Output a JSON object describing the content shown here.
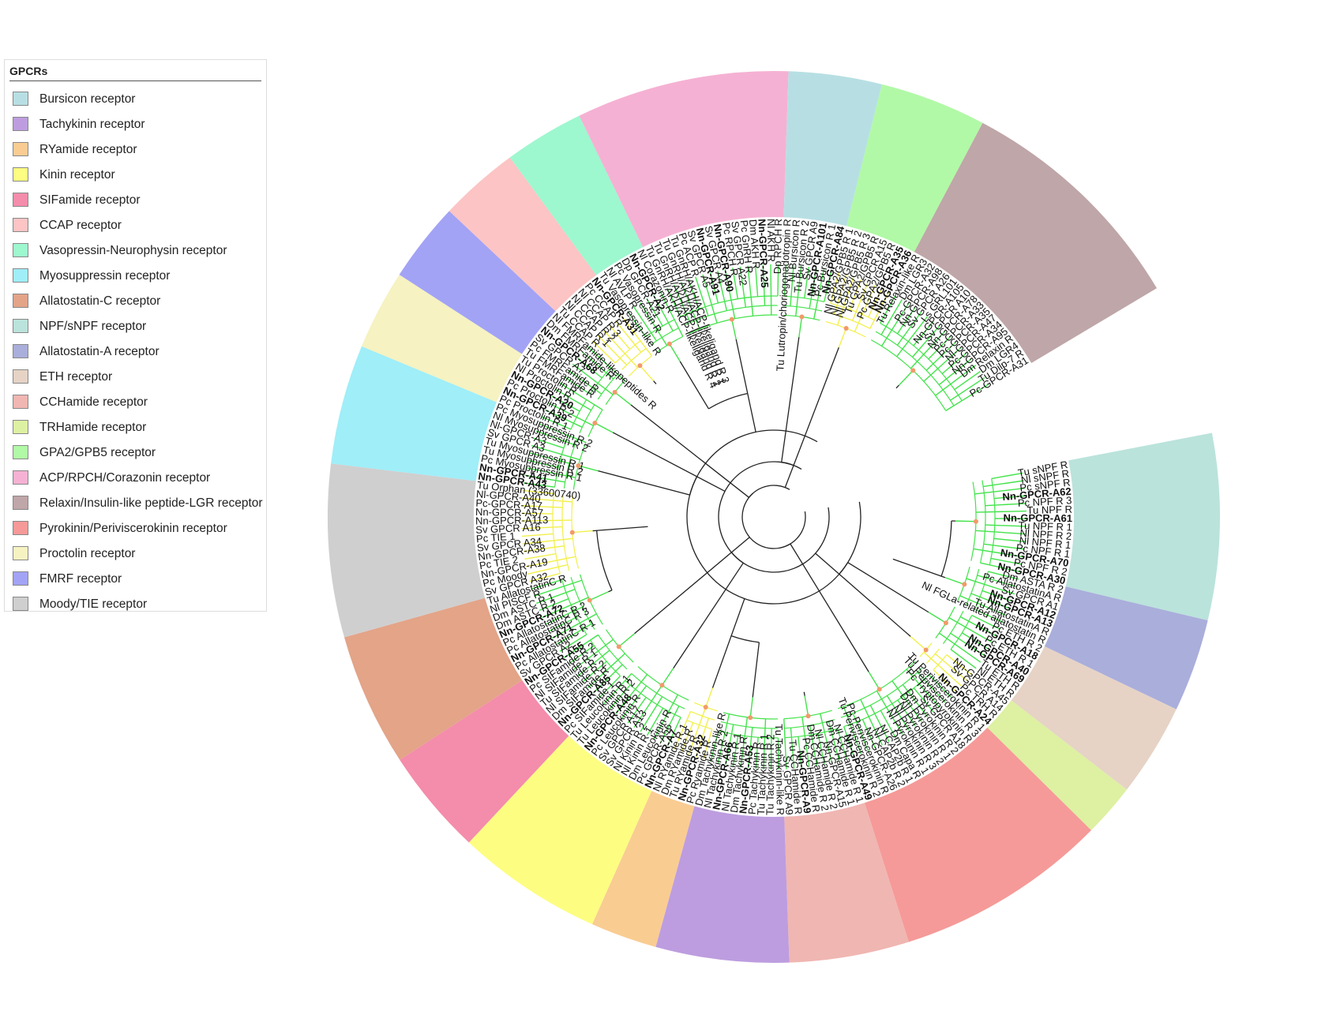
{
  "legend": {
    "title": "GPCRs",
    "items": [
      {
        "label": "Bursicon receptor",
        "color": "#b7dfe3"
      },
      {
        "label": "Tachykinin receptor",
        "color": "#bd9ddf"
      },
      {
        "label": "RYamide receptor",
        "color": "#f9cc92"
      },
      {
        "label": "Kinin receptor",
        "color": "#fdfd82"
      },
      {
        "label": "SIFamide receptor",
        "color": "#f48cab"
      },
      {
        "label": "CCAP receptor",
        "color": "#fcc4c4"
      },
      {
        "label": "Vasopressin-Neurophysin receptor",
        "color": "#9df7cf"
      },
      {
        "label": "Myosuppressin receptor",
        "color": "#9feef8"
      },
      {
        "label": "Allatostatin-C receptor",
        "color": "#e3a488"
      },
      {
        "label": "NPF/sNPF receptor",
        "color": "#bae3db"
      },
      {
        "label": "Allatostatin-A receptor",
        "color": "#aaaedb"
      },
      {
        "label": "ETH receptor",
        "color": "#e6d3c5"
      },
      {
        "label": "CCHamide receptor",
        "color": "#f0b6b2"
      },
      {
        "label": "TRHamide receptor",
        "color": "#def0a2"
      },
      {
        "label": "GPA2/GPB5 receptor",
        "color": "#b1f9a6"
      },
      {
        "label": "ACP/RPCH/Corazonin receptor",
        "color": "#f5b1d3"
      },
      {
        "label": "Relaxin/Insulin-like peptide-LGR receptor",
        "color": "#bfa6a8"
      },
      {
        "label": "Pyrokinin/Periviscerokinin receptor",
        "color": "#f59a98"
      },
      {
        "label": "Proctolin receptor",
        "color": "#f6f2c1"
      },
      {
        "label": "FMRF receptor",
        "color": "#a2a3f5"
      },
      {
        "label": "Moody/TIE receptor",
        "color": "#cfcfcf"
      }
    ]
  },
  "tree": {
    "branch_colors": {
      "main": "#42e34a",
      "secondary": "#f2f04a",
      "backbone": "#222222",
      "node_marker": "#f29a6a"
    },
    "sectors": [
      {
        "name": "NPF/sNPF receptor",
        "color": "#bae3db",
        "labels": [
          "Tu sNPF R",
          "Nl sNPF R",
          "Pc sNPF R",
          "Nn-GPCR-A62",
          "Pc NPF R 3",
          "Tu NPF R",
          "Nn-GPCR-A61",
          "Tu NPF R 1",
          "Nl NPF R 2",
          "Nl NPF R 1",
          "Pc NPF R 1",
          "Nn-GPCR-A70",
          "Pc NPF R 2",
          "Nn-GPCR-A30"
        ],
        "bold": [
          "Nn-GPCR-A62",
          "Nn-GPCR-A61",
          "Nn-GPCR-A70",
          "Nn-GPCR-A30"
        ]
      },
      {
        "name": "Allatostatin-A receptor",
        "color": "#aaaedb",
        "labels": [
          "Dm ASTA R 2",
          "Pc AllatostatinA R",
          "Sv GPCR A1",
          "Nn-GPCR-A12",
          "Nn-GPCR-A13",
          "Tu AllatostatinA R",
          "Nl FGLa-related allatostatin R"
        ],
        "bold": [
          "Nn-GPCR-A12",
          "Nn-GPCR-A13"
        ]
      },
      {
        "name": "ETH receptor",
        "color": "#e6d3c5",
        "labels": [
          "Pc ETH R 2",
          "Nn-GPCR-A18",
          "Pc ETH R 1",
          "Nn-GPCR-A40",
          "Nn-GPCR-A69",
          "Tu ETH R",
          "Nl ETH R"
        ],
        "bold": [
          "Nn-GPCR-A18",
          "Nn-GPCR-A40",
          "Nn-GPCR-A69"
        ]
      },
      {
        "name": "TRHamide receptor",
        "color": "#def0a2",
        "labels": [
          "Nn-GPCR-A45",
          "Sv GPCR A14",
          "Pc TRH R",
          "Nn-GPCR-A24"
        ],
        "bold": [
          "Nn-GPCR-A24"
        ]
      },
      {
        "name": "Pyrokinin/Periviscerokinin receptor",
        "color": "#f59a98",
        "labels": [
          "Tu Periviscerokinin R 1",
          "Tu Periviscerokinin R 3",
          "Pc Tryptopyrokinin R",
          "Sv GPCR A18",
          "Dm Pyrokinin R 2",
          "Dm Pyrokinin R 1",
          "Nl Pyrokinin R 2",
          "Nl Pyrokinin R 3",
          "Nl Pyrokinin R 1",
          "Dm Capa R",
          "Nl CAP2b R 1",
          "Nl CAP2b R 2",
          "Nn-GPCR-A26",
          "Pc Periviscerokinin R",
          "Tu Periviscerokinin R 2",
          "Nn-GPCR-A49"
        ],
        "bold": [
          "Nn-GPCR-A49"
        ]
      },
      {
        "name": "CCHamide receptor",
        "color": "#f0b6b2",
        "labels": [
          "Nl CCHamide R 1",
          "Dm CCHamide R 1",
          "Nn-GPCR-A15",
          "Nl CCHamide R 2",
          "Dm CCHamide R 2",
          "Pc CCHamide R",
          "Nn-GPCR-A9",
          "Tu CCHamide R",
          "Sv GPCR A9"
        ],
        "bold": [
          "Nn-GPCR-A9"
        ]
      },
      {
        "name": "Tachykinin receptor",
        "color": "#bd9ddf",
        "labels": [
          "Tu Tachykinin-like R",
          "Tu Tachykinin R 2",
          "Tu Tachykinin R 1",
          "Pc Tachykinin R",
          "Nn-GPCR-A53",
          "Dm Tachykinin R",
          "Nl Tachykinin R 1",
          "Nn-GPCR-A66",
          "Nl Tachykinin R 2",
          "Dm Tachykinin-like R"
        ],
        "bold": [
          "Nn-GPCR-A53",
          "Nn-GPCR-A66"
        ]
      },
      {
        "name": "RYamide receptor",
        "color": "#f9cc92",
        "labels": [
          "Pc Ryamide R",
          "Nn-GPCR-A32",
          "Tu RYamide R",
          "Dm RYamide R",
          "Nl RYamide R 1"
        ],
        "bold": [
          "Nn-GPCR-A32"
        ]
      },
      {
        "name": "Kinin receptor",
        "color": "#fdfd82",
        "labels": [
          "Nn-GPCR-A7",
          "Pc GPCR-A56",
          "Dm Leucokinin R",
          "Nl Kinin R 1",
          "Nl Kinin R 2",
          "Sv GPCR A13",
          "Sv GPCR A17",
          "Pc Leucokinin R",
          "Nn-GPCR-A48",
          "Tu Leucokinin R 2",
          "Tu Leucokinin R 1"
        ],
        "bold": [
          "Nn-GPCR-A7",
          "Nn-GPCR-A48"
        ]
      },
      {
        "name": "SIFamide receptor",
        "color": "#f48cab",
        "labels": [
          "Pc SIFamide 1",
          "Nn-GPCR-A85",
          "Dm SIFamide R",
          "Nl SIFamide R 2",
          "Tu SIFamide R",
          "Nl SIFamide R 1",
          "Pc SIFamide R 2",
          "Nn-GPCR-A55"
        ],
        "bold": [
          "Nn-GPCR-A85",
          "Nn-GPCR-A55"
        ]
      },
      {
        "name": "Allatostatin-C receptor",
        "color": "#e3a488",
        "labels": [
          "Sv GPCR A2",
          "Pc AllatostatinC R 1",
          "Nn-GPCR-A71",
          "Pc AllatostatinC R 3",
          "Pc AllatostatinC R 2",
          "Nn-GPCR-A72",
          "Dm ASTC R 2",
          "Dm ASTC R 1",
          "Nl PISCF R",
          "Tu AllatostatinC R"
        ],
        "bold": [
          "Nn-GPCR-A71",
          "Nn-GPCR-A72"
        ]
      },
      {
        "name": "Moody/TIE receptor",
        "color": "#cfcfcf",
        "labels": [
          "Sv GPCR A32",
          "Pc Moody",
          "Nn-GPCR-A19",
          "Pc TIE 2",
          "Nn-GPCR-A38",
          "Sv GPCR A34",
          "Pc TIE 1",
          "Sv GPCR A16",
          "Nn-GPCR-A113",
          "Nn-GPCR-A57",
          "Pc-GPCR-A17",
          "Nl-GPCR-A40",
          "Tu Orphan (33600740)"
        ],
        "bold": []
      },
      {
        "name": "Myosuppressin receptor",
        "color": "#9feef8",
        "labels": [
          "Nn-GPCR-A43",
          "Nn-GPCR-A41",
          "Pc Myosuppressin R 1",
          "Tu Myosuppressin R 2",
          "Tu Myosuppressin R 1",
          "Sv GPCR A3",
          "Nl-GPCR-A3",
          "Nl Myosuppressin R 2",
          "Pc Myosuppressin R 2"
        ],
        "bold": [
          "Nn-GPCR-A43",
          "Nn-GPCR-A41"
        ]
      },
      {
        "name": "Proctolin receptor",
        "color": "#f6f2c1",
        "labels": [
          "Pc Proctolin R 1",
          "Nn-GPCR-A39",
          "Pc Proctolin R 2",
          "Nn-GPCR-A20",
          "Nl Proctolin R",
          "Tu Proctolin R"
        ],
        "bold": [
          "Nn-GPCR-A39",
          "Nn-GPCR-A20"
        ]
      },
      {
        "name": "FMRF receptor",
        "color": "#a2a3f5",
        "labels": [
          "Tu FMRFamide R",
          "Pc FMRFamide R",
          "Sv GPCR A7",
          "Nn-GPCR-A68",
          "Dm FMRFamide R",
          "Nl FMRFamide-likepeptides R"
        ],
        "bold": [
          "Nn-GPCR-A68"
        ]
      },
      {
        "name": "CCAP receptor",
        "color": "#fcc4c4",
        "labels": [
          "Tu CCAP R",
          "Nl CCAP R 1",
          "Nl CCAP R 2",
          "Nl CCAP R 3",
          "Pc CCAP R",
          "Nn-GPCR-A31"
        ],
        "bold": [
          "Nn-GPCR-A31"
        ]
      },
      {
        "name": "Vasopressin-Neurophysin receptor",
        "color": "#9df7cf",
        "labels": [
          "Tu Vasopressin-like R",
          "Nl AVLP R",
          "Pc Vasopressin R",
          "Dp GPCR-A21",
          "Nn-GPCR-A2",
          "Nl Corazonin R"
        ],
        "bold": [
          "Nn-GPCR-A2"
        ]
      },
      {
        "name": "ACP/RPCH/Corazonin receptor",
        "color": "#f5b1d3",
        "labels": [
          "Tu GnRH/AKH/ACP-likeligand R 4",
          "Tu GnRH/AKH/ACP-likeligand R 2",
          "Tu GnRH/AKH/ACP-likeligand R 1",
          "Tu GnRH/AKH/ACP-likeligand R 3",
          "Pc ACP R",
          "Sv GPCR A5",
          "Nn-GPCR-A91",
          "Sv GPCR A4",
          "Nn-GPCR-A90",
          "Pc RPCH R",
          "Sv GPCR A22",
          "Pc GnRH R",
          "Dm AKH R",
          "Nn-GPCR-A25",
          "Nl AKH R",
          "Dp RPCH R"
        ],
        "bold": [
          "Nn-GPCR-A91",
          "Nn-GPCR-A90",
          "Nn-GPCR-A25"
        ]
      },
      {
        "name": "Bursicon receptor",
        "color": "#b7dfe3",
        "labels": [
          "Tu Lutropin/choriogonadotropin R",
          "Nl Bursicon R",
          "Tu Bursicon R 2",
          "Sv GPCR A9",
          "Nn-GPCR-A101",
          "Pc Bursicon R 1",
          "Nn-GPCR-A84"
        ],
        "bold": [
          "Nn-GPCR-A101",
          "Nn-GPCR-A84"
        ]
      },
      {
        "name": "GPA2/GPB5 receptor",
        "color": "#b1f9a6",
        "labels": [
          "Nl GPA2/GPB5 R 1",
          "Nl GPA2/GPB5 R 2",
          "Nl GPA2/GPB5 R 3",
          "Tu GPA2/GPB5 R",
          "Sv GPCR A15",
          "Pc GPA2/GPB5 R",
          "Nn-GPCR-A35",
          "Nn-GPCR-A36"
        ],
        "bold": [
          "Nn-GPCR-A35",
          "Nn-GPCR-A36"
        ]
      },
      {
        "name": "Relaxin/Insulin-like peptide-LGR receptor",
        "color": "#bfa6a8",
        "labels": [
          "Tu Relaxin-like R",
          "Dm LGR3",
          "Pc-GPCR-A32",
          "Nn-GPCR-A98",
          "Sv GPCR A26",
          "Ls GRL101",
          "Nn-GPCR-A105",
          "Sv GPCR A10",
          "Nn-GPCR-A78",
          "Pc-GPCR-A33",
          "Pc-GPCR-A35",
          "Nl-GPCR-A47",
          "Pc-GPCR-A34",
          "Nn-GPCR-A95",
          "Dm Relaxin R",
          "Dm LGR4",
          "Tu Dilp-7 R",
          "Pc-GPCR-A31"
        ],
        "bold": []
      }
    ]
  }
}
